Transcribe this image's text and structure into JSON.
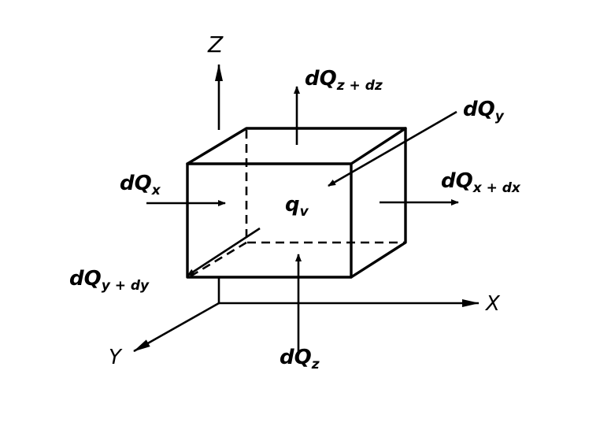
{
  "axes": {
    "z": "Z",
    "x": "X",
    "y": "Y"
  },
  "labels": {
    "dQx": {
      "main": "dQ",
      "sub": "x"
    },
    "dQx_dx": {
      "main": "dQ",
      "sub": "x + dx"
    },
    "dQy": {
      "main": "dQ",
      "sub": "y"
    },
    "dQy_dy": {
      "main": "dQ",
      "sub": "y + dy"
    },
    "dQz": {
      "main": "dQ",
      "sub": "z"
    },
    "dQz_dz": {
      "main": "dQ",
      "sub": "z + dz"
    },
    "qv": {
      "main": "q",
      "sub": "v"
    }
  }
}
